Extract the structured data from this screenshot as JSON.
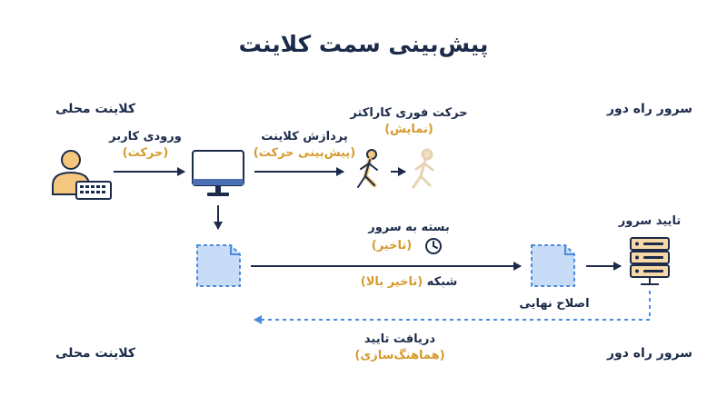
{
  "title": "پیش‌بینی سمت کلاینت",
  "sections": {
    "top_left": "کلاینت محلی",
    "top_right": "سرور راه دور",
    "bottom_left": "کلاینت محلی",
    "bottom_right": "سرور راه دور"
  },
  "labels": {
    "user_input": "ورودی کاربر",
    "user_input_sub": "(حرکت)",
    "client_processing": "پردازش کلاینت",
    "client_processing_sub": "(پیش‌بینی حرکت)",
    "instant_move": "حرکت فوری کاراکتر",
    "instant_move_sub": "(نمایش)",
    "packet_to_server": "بسته به سرور",
    "packet_to_server_sub": "(تاخیر)",
    "network": "شبکه",
    "network_sub": "(تاخیر بالا)",
    "server_confirm": "تایید سرور",
    "final_correction": "اصلاح نهایی",
    "receive_confirm": "دریافت تایید",
    "receive_confirm_sub": "(هماهنگ‌سازی)"
  },
  "colors": {
    "navy": "#1c2b4a",
    "accent": "#d69a2c",
    "blue_dashed": "#4a8be0",
    "doc_fill": "#c9dcf7",
    "server_fill": "#f7d9a7"
  },
  "icons": [
    "user-at-keyboard-icon",
    "computer-monitor-icon",
    "running-character-icon",
    "ghost-character-icon",
    "document-icon",
    "clock-icon",
    "server-stack-icon"
  ]
}
